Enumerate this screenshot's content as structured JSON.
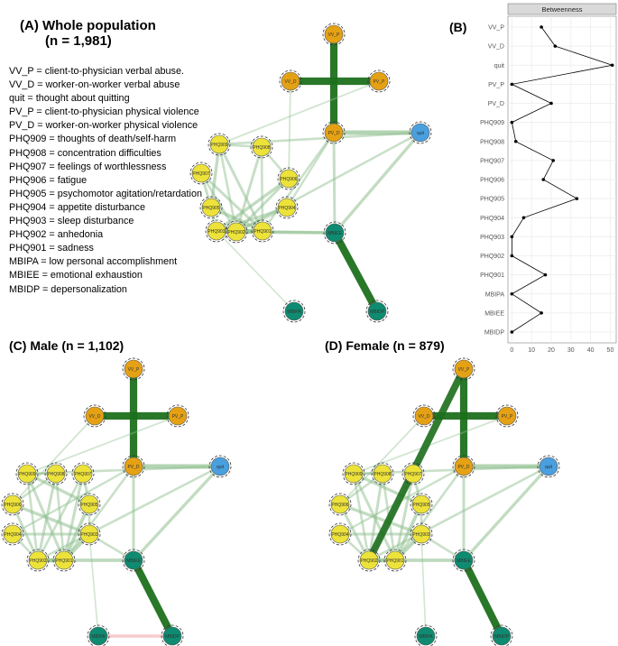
{
  "panels": {
    "A": {
      "title_line1": "(A)  Whole population",
      "title_line2": "(n = 1,981)"
    },
    "B": {
      "title": "(B)"
    },
    "C": {
      "title": "(C) Male (n = 1,102)"
    },
    "D": {
      "title": "(D) Female (n = 879)"
    }
  },
  "legend": [
    "VV_P = client-to-physician verbal abuse.",
    "VV_D = worker-on-worker verbal abuse",
    "quit = thought about quitting",
    "PV_P = client-to-physician physical violence",
    "PV_D = worker-on-worker physical violence",
    "PHQ909 = thoughts of death/self-harm",
    "PHQ908 = concentration difficulties",
    "PHQ907 = feelings of worthlessness",
    "PHQ906 = fatigue",
    "PHQ905 = psychomotor agitation/retardation",
    "PHQ904 = appetite disturbance",
    "PHQ903 = sleep disturbance",
    "PHQ902 = anhedonia",
    "PHQ901 = sadness",
    "MBIPA = low personal accomplishment",
    "MBIEE = emotional exhaustion",
    "MBIDP = depersonalization"
  ],
  "colors": {
    "violence": "#e5a114",
    "phq": "#ece23a",
    "quit": "#4a9fde",
    "mbi": "#0e8b70",
    "edge_strong": "#1c6e1c",
    "edge_weak": "#8fbf8f",
    "edge_negative": "#f2a0a0"
  },
  "node_labels": {
    "VV_P": "VV_P",
    "VV_D": "VV_D",
    "PV_P": "PV_P",
    "PV_D": "PV_D",
    "quit": "quit",
    "PHQ901": "PHQ901",
    "PHQ902": "PHQ902",
    "PHQ903": "PHQ903",
    "PHQ904": "PHQ904",
    "PHQ905": "PHQ905",
    "PHQ906": "PHQ906",
    "PHQ907": "PHQ907",
    "PHQ908": "PHQ908",
    "PHQ909": "PHQ909",
    "MBIPA": "MBIPA",
    "MBIEE": "MBIEE",
    "MBIDP": "MBIDP"
  },
  "chart_data": {
    "type": "scatter",
    "title": "Betweenness",
    "categories": [
      "VV_P",
      "VV_D",
      "quit",
      "PV_P",
      "PV_D",
      "PHQ909",
      "PHQ908",
      "PHQ907",
      "PHQ906",
      "PHQ905",
      "PHQ904",
      "PHQ903",
      "PHQ902",
      "PHQ901",
      "MBIPA",
      "MBIEE",
      "MBIDP"
    ],
    "values": [
      15,
      22,
      51,
      0,
      20,
      0,
      2,
      21,
      16,
      33,
      6,
      0,
      0,
      17,
      0,
      15,
      0
    ],
    "xticks": [
      0,
      10,
      20,
      30,
      40,
      50
    ],
    "xlim": [
      -2,
      53
    ],
    "grid": true
  }
}
